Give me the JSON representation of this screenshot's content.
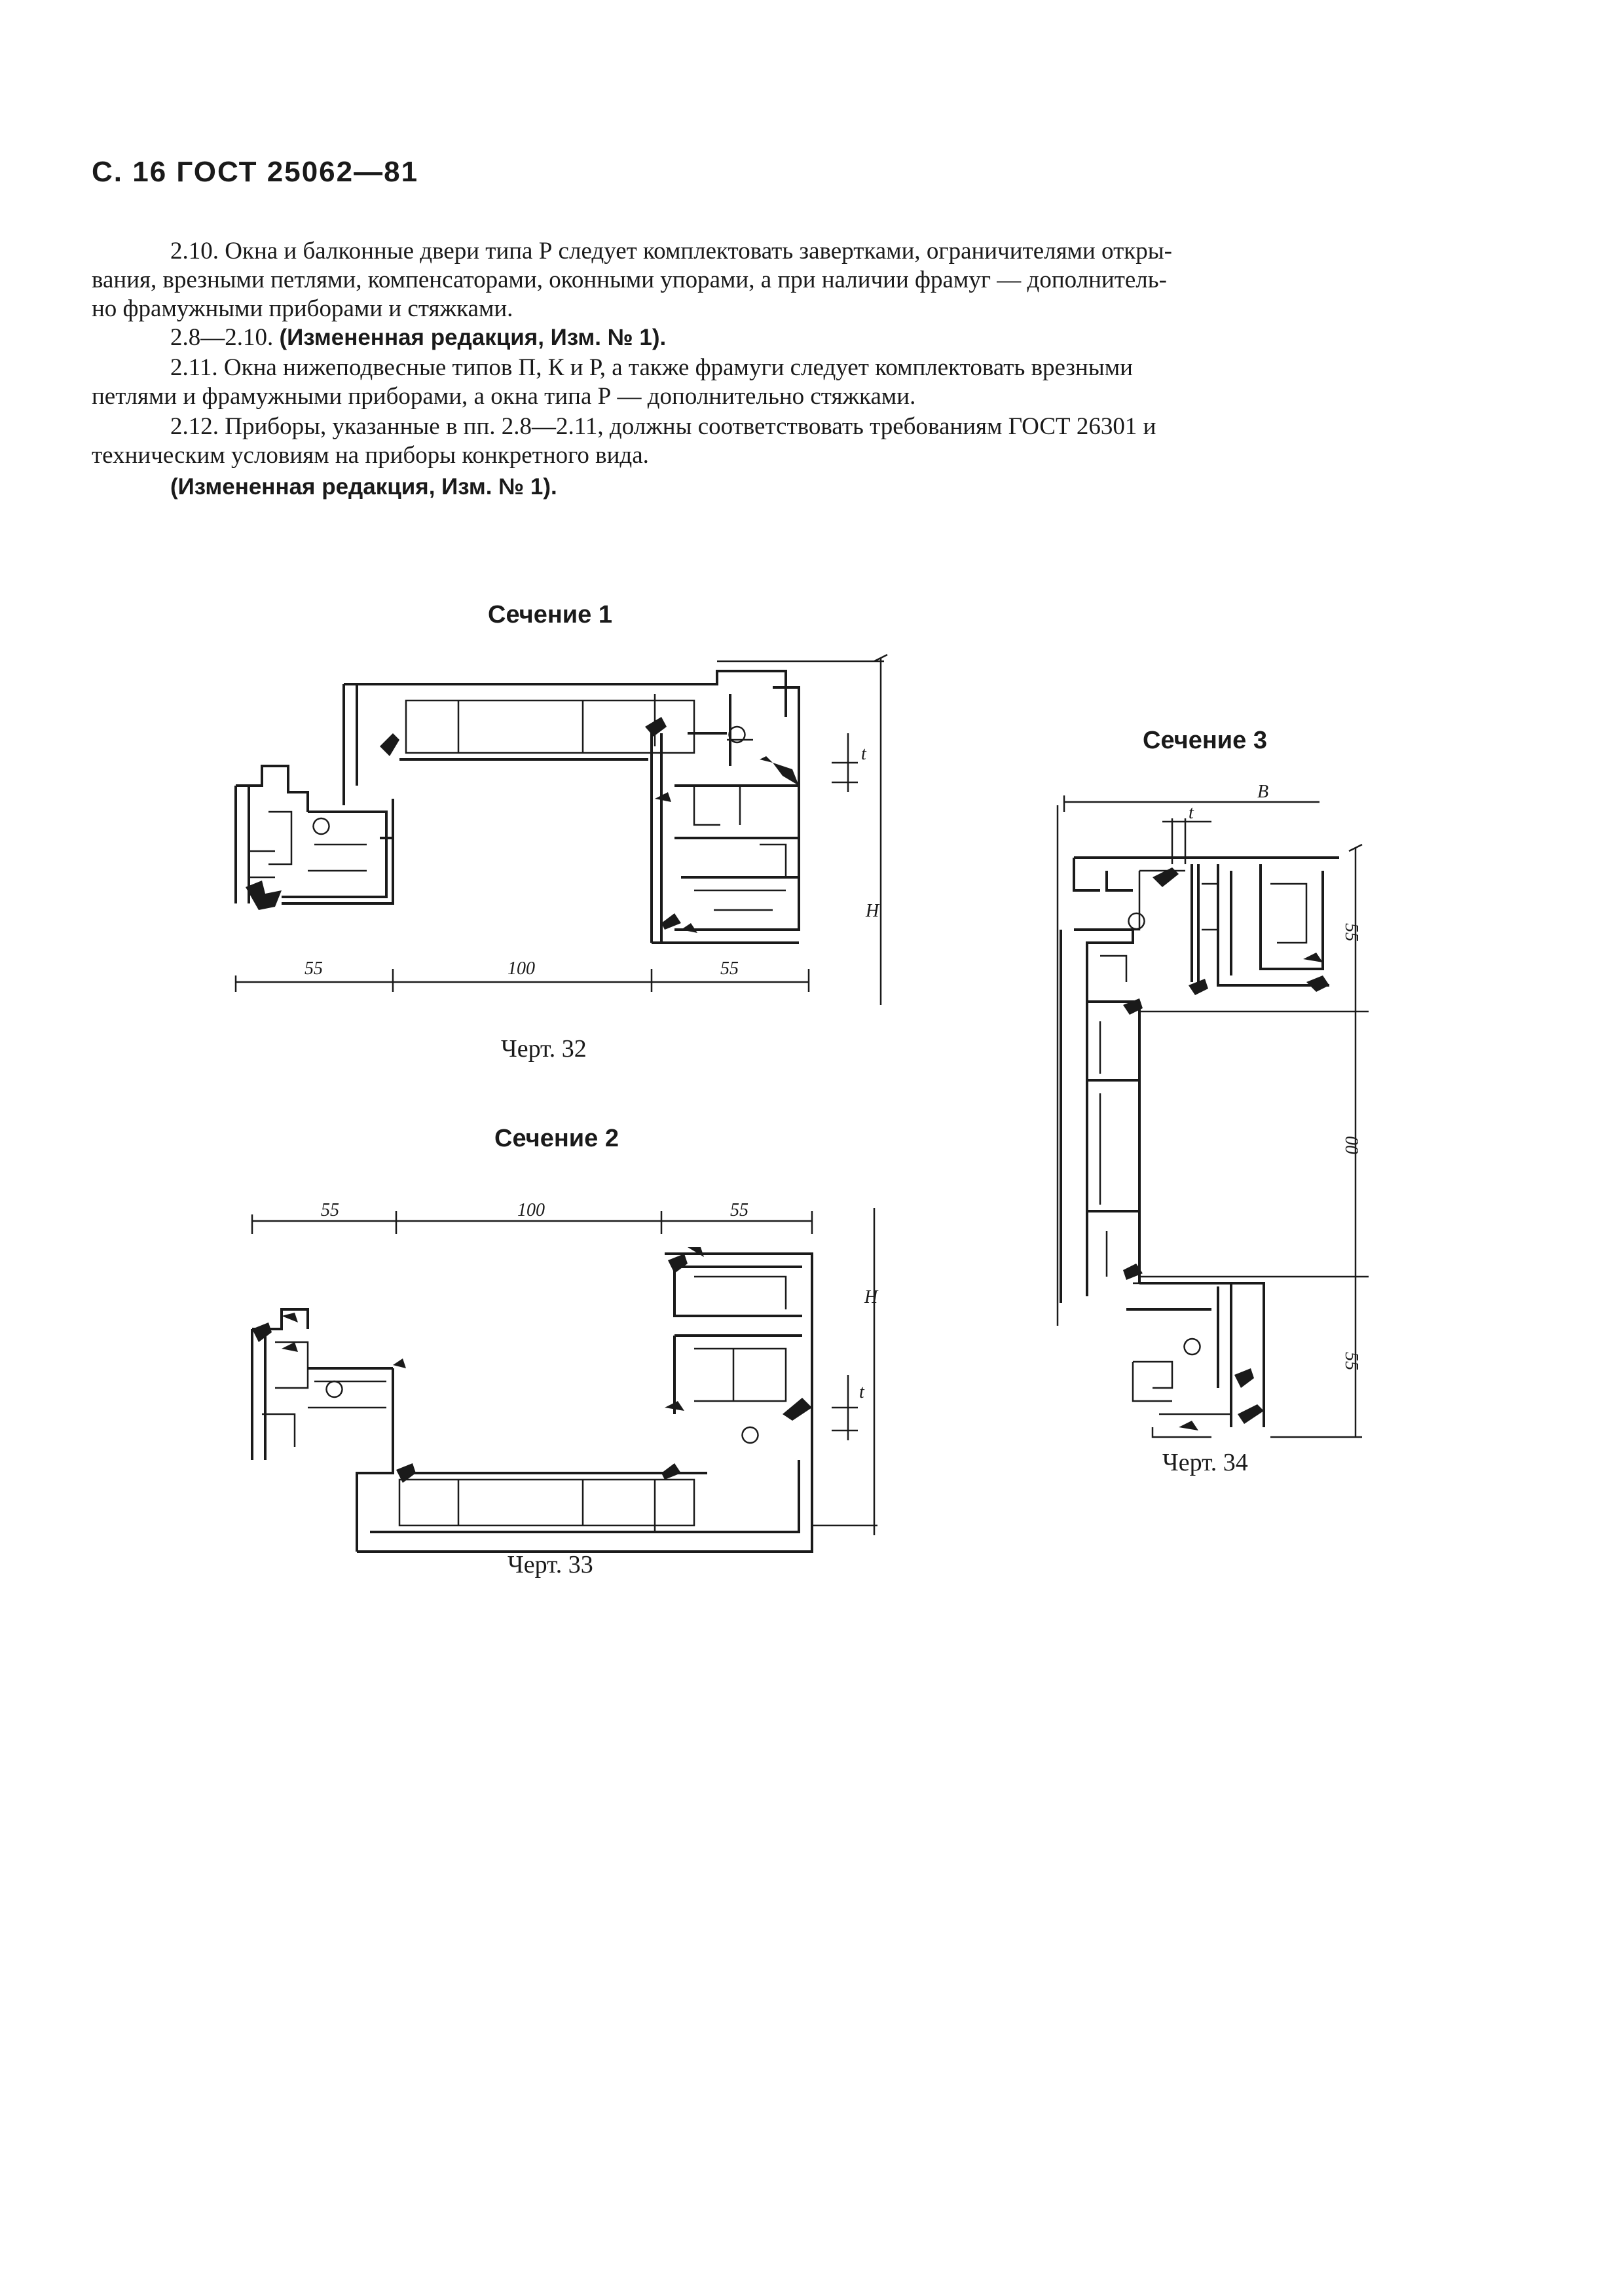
{
  "page_header": "С. 16 ГОСТ 25062—81",
  "paragraphs": {
    "p1_line1": "2.10. Окна и балконные двери типа Р следует комплектовать завертками, ограничителями откры-",
    "p1_line2": "вания, врезными петлями, компенсаторами, оконными упорами, а при наличии фрамуг — дополнитель-",
    "p1_line3": "но фрамужными приборами и стяжками.",
    "p2_prefix": "2.8—2.10. ",
    "p2_bold": "(Измененная редакция, Изм. № 1).",
    "p3_line1": "2.11. Окна нижеподвесные типов П, К и Р, а также фрамуги следует комплектовать врезными",
    "p3_line2": "петлями и фрамужными приборами, а окна типа Р — дополнительно стяжками.",
    "p4_line1": "2.12. Приборы, указанные в пп. 2.8—2.11, должны соответствовать требованиям ГОСТ 26301 и",
    "p4_line2": "техническим условиям на приборы конкретного вида.",
    "p5_bold": "(Измененная редакция, Изм. № 1)."
  },
  "figures": [
    {
      "title": "Сечение 1",
      "caption": "Черт. 32",
      "dims": {
        "left": "55",
        "middle": "100",
        "right": "55",
        "height": "H",
        "small": "t"
      }
    },
    {
      "title": "Сечение 2",
      "caption": "Черт. 33",
      "dims": {
        "left": "55",
        "middle": "100",
        "right": "55",
        "height": "H",
        "small": "t"
      }
    },
    {
      "title": "Сечение 3",
      "caption": "Черт. 34",
      "dims": {
        "top": "55",
        "middle": "00",
        "bottom": "55",
        "width": "B",
        "small": "t"
      }
    }
  ]
}
